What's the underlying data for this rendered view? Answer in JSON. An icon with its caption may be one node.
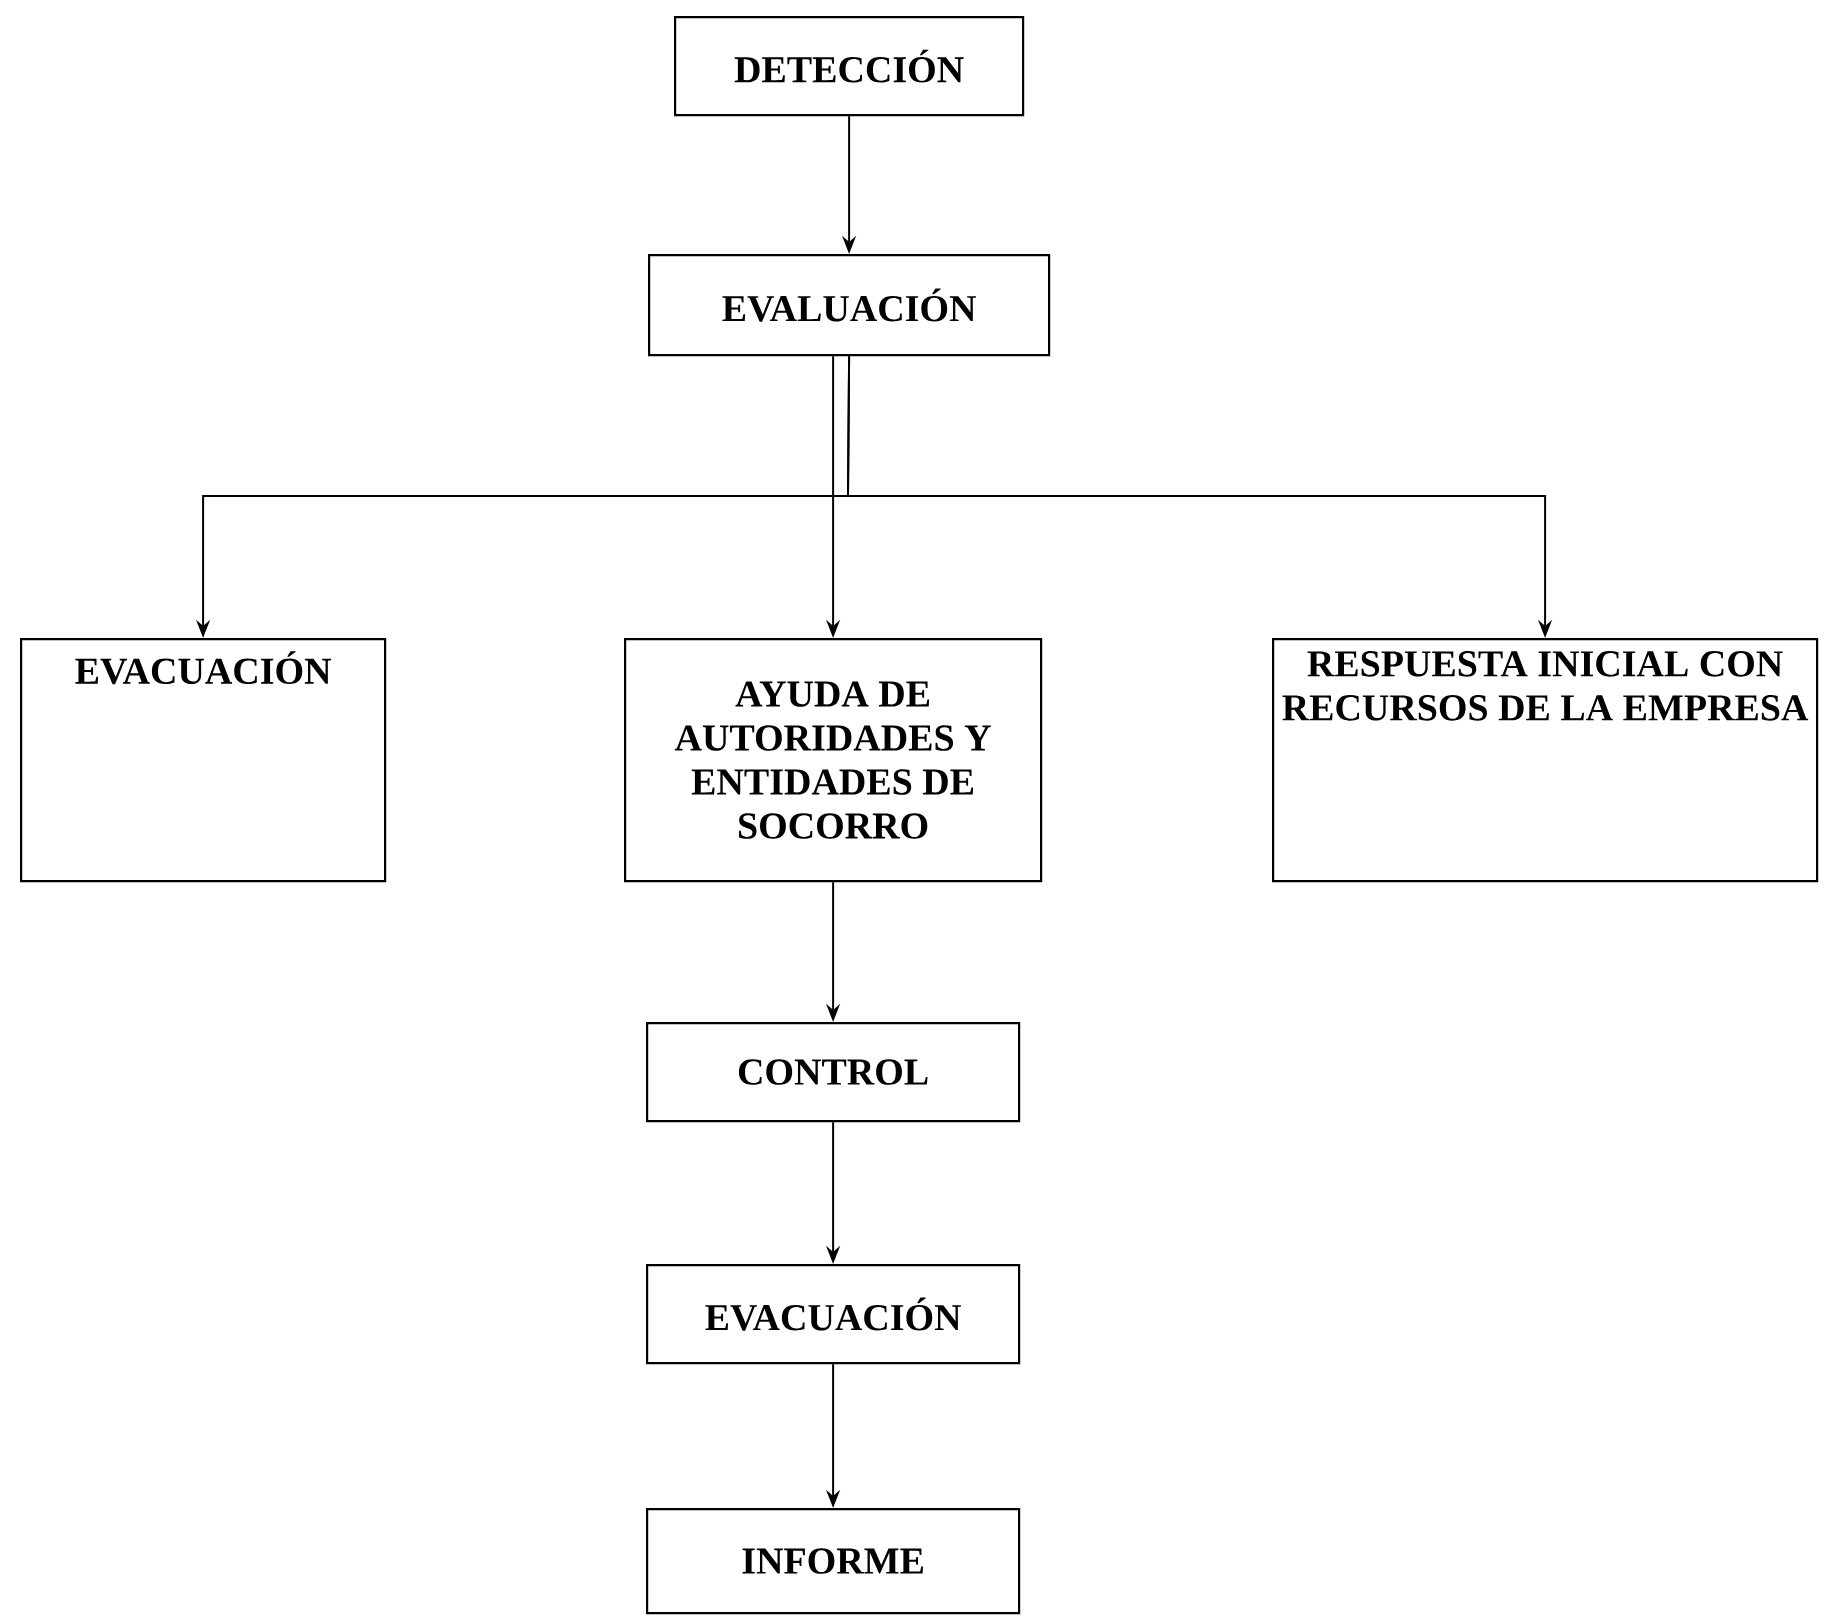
{
  "diagram": {
    "nodes": [
      {
        "text": [
          "DETECCIÓN"
        ]
      },
      {
        "text": [
          "EVALUACIÓN"
        ]
      },
      {
        "text": [
          "EVACUACIÓN"
        ]
      },
      {
        "text": [
          "AYUDA DE AUTORIDADES Y ENTIDADES DE SOCORRO"
        ]
      },
      {
        "text": [
          "RESPUESTA INICIAL CON RECURSOS DE LA EMPRESA"
        ]
      },
      {
        "text": [
          "CONTROL"
        ]
      },
      {
        "text": [
          "EVACUACIÓN"
        ]
      },
      {
        "text": [
          "INFORME"
        ]
      }
    ],
    "edges": [
      {
        "from": 0,
        "to": 1,
        "arrow": "to"
      },
      {
        "from": 1,
        "to": 2,
        "arrow": "to"
      },
      {
        "from": 1,
        "to": 3,
        "arrow": "to"
      },
      {
        "from": 1,
        "to": 4,
        "arrow": "to"
      },
      {
        "from": 3,
        "to": 5,
        "arrow": "to"
      },
      {
        "from": 5,
        "to": 6,
        "arrow": "to"
      },
      {
        "from": 6,
        "to": 7,
        "arrow": "to"
      }
    ]
  }
}
